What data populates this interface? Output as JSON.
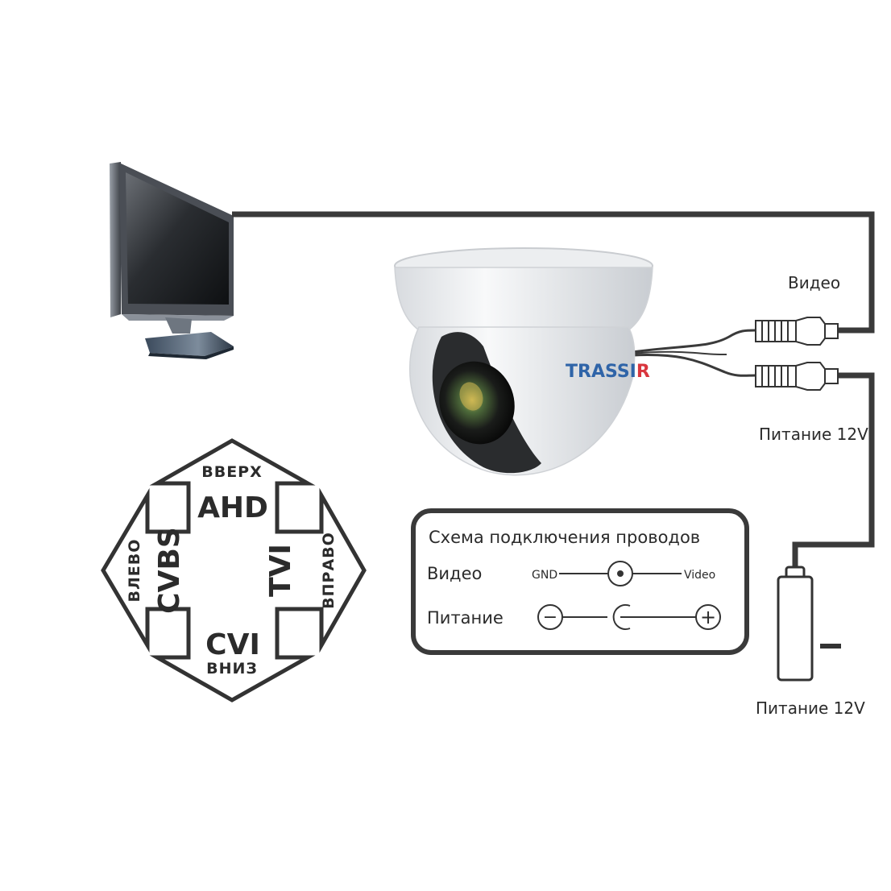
{
  "labels": {
    "video": "Видео",
    "power_top": "Питание 12V",
    "power_bottom": "Питание 12V",
    "minus": "–"
  },
  "camera": {
    "brand": "TRASSIR"
  },
  "legend": {
    "title": "Схема подключения проводов",
    "video_row": "Видео",
    "power_row": "Питание",
    "gnd": "GND",
    "video_pin": "Video",
    "minus_symbol": "−",
    "plus_symbol": "+"
  },
  "joystick": {
    "up_label": "ВВЕРХ",
    "up_mode": "AHD",
    "down_label": "ВНИЗ",
    "down_mode": "CVI",
    "left_label": "ВЛЕВО",
    "left_mode": "CVBS",
    "right_label": "ВПРАВО",
    "right_mode": "TVI"
  },
  "colors": {
    "wire": "#3a3a3a",
    "brand_blue": "#2f64a8",
    "brand_red": "#d9363e"
  }
}
